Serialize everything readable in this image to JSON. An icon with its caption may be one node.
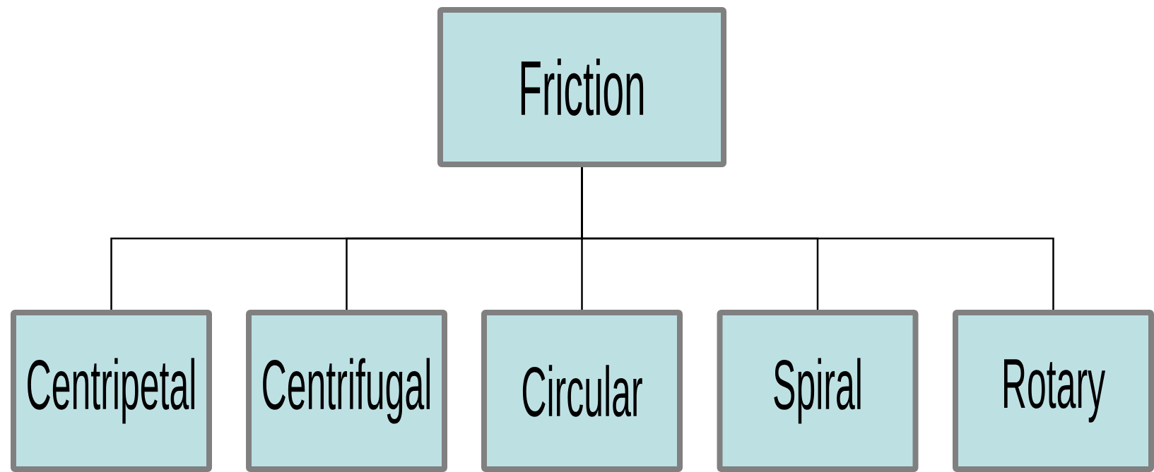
{
  "diagram": {
    "nodes": [
      {
        "text": [
          "Friction"
        ]
      },
      {
        "text": [
          "Centripetal"
        ]
      },
      {
        "text": [
          "Centrifugal"
        ]
      },
      {
        "text": [
          "Circular"
        ]
      },
      {
        "text": [
          "Spiral"
        ]
      },
      {
        "text": [
          "Rotary"
        ]
      }
    ],
    "edges": [
      {
        "from": 0,
        "to": 1,
        "arrow": "none"
      },
      {
        "from": 0,
        "to": 2,
        "arrow": "none"
      },
      {
        "from": 0,
        "to": 3,
        "arrow": "none"
      },
      {
        "from": 0,
        "to": 4,
        "arrow": "none"
      },
      {
        "from": 0,
        "to": 5,
        "arrow": "none"
      }
    ]
  }
}
